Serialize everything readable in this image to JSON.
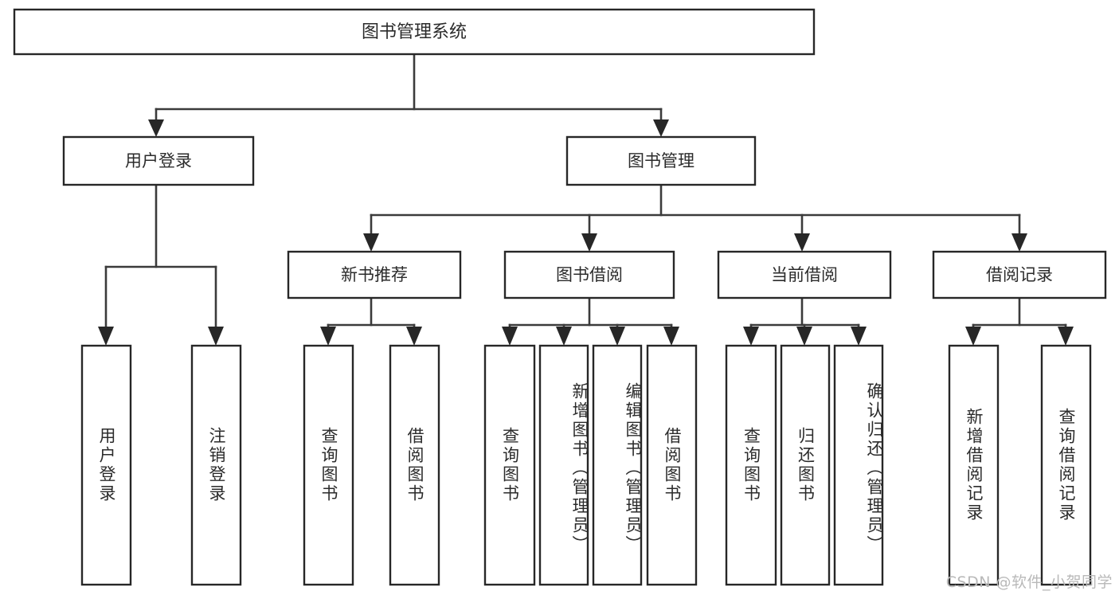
{
  "diagram": {
    "title": "图书管理系统",
    "type": "tree-hierarchy",
    "watermark": "CSDN @软件_小贺同学",
    "colors": {
      "box_stroke": "#272727",
      "box_fill": "#ffffff",
      "connector": "#3b3b3b",
      "text": "#2b2b2b",
      "watermark": "#b9b9b9",
      "background": "#ffffff"
    },
    "root": {
      "id": "root",
      "label": "图书管理系统",
      "orientation": "horizontal"
    },
    "level2": [
      {
        "id": "n-user-login",
        "label": "用户登录",
        "orientation": "horizontal"
      },
      {
        "id": "n-book-manage",
        "label": "图书管理",
        "orientation": "horizontal"
      }
    ],
    "level3": [
      {
        "id": "n-new-book-rec",
        "label": "新书推荐",
        "orientation": "horizontal",
        "parent": "n-book-manage"
      },
      {
        "id": "n-book-borrow",
        "label": "图书借阅",
        "orientation": "horizontal",
        "parent": "n-book-manage"
      },
      {
        "id": "n-current-borrow",
        "label": "当前借阅",
        "orientation": "horizontal",
        "parent": "n-book-manage"
      },
      {
        "id": "n-borrow-record",
        "label": "借阅记录",
        "orientation": "horizontal",
        "parent": "n-book-manage"
      }
    ],
    "leaves": [
      {
        "id": "leaf-user-login",
        "label": "用户登录",
        "orientation": "vertical",
        "parent": "n-user-login"
      },
      {
        "id": "leaf-logout",
        "label": "注销登录",
        "orientation": "vertical",
        "parent": "n-user-login"
      },
      {
        "id": "leaf-query-book-rec",
        "label": "查询图书",
        "orientation": "vertical",
        "parent": "n-new-book-rec"
      },
      {
        "id": "leaf-borrow-book-rec",
        "label": "借阅图书",
        "orientation": "vertical",
        "parent": "n-new-book-rec"
      },
      {
        "id": "leaf-query-book-borrow",
        "label": "查询图书",
        "orientation": "vertical",
        "parent": "n-book-borrow"
      },
      {
        "id": "leaf-add-book",
        "label": "新增图书（管理员）",
        "orientation": "vertical",
        "parent": "n-book-borrow"
      },
      {
        "id": "leaf-edit-book",
        "label": "编辑图书（管理员）",
        "orientation": "vertical",
        "parent": "n-book-borrow"
      },
      {
        "id": "leaf-borrow-book",
        "label": "借阅图书",
        "orientation": "vertical",
        "parent": "n-book-borrow"
      },
      {
        "id": "leaf-query-book-current",
        "label": "查询图书",
        "orientation": "vertical",
        "parent": "n-current-borrow"
      },
      {
        "id": "leaf-return-book",
        "label": "归还图书",
        "orientation": "vertical",
        "parent": "n-current-borrow"
      },
      {
        "id": "leaf-confirm-return",
        "label": "确认归还（管理员）",
        "orientation": "vertical",
        "parent": "n-current-borrow"
      },
      {
        "id": "leaf-add-record",
        "label": "新增借阅记录",
        "orientation": "vertical",
        "parent": "n-borrow-record"
      },
      {
        "id": "leaf-query-record",
        "label": "查询借阅记录",
        "orientation": "vertical",
        "parent": "n-borrow-record"
      }
    ]
  }
}
